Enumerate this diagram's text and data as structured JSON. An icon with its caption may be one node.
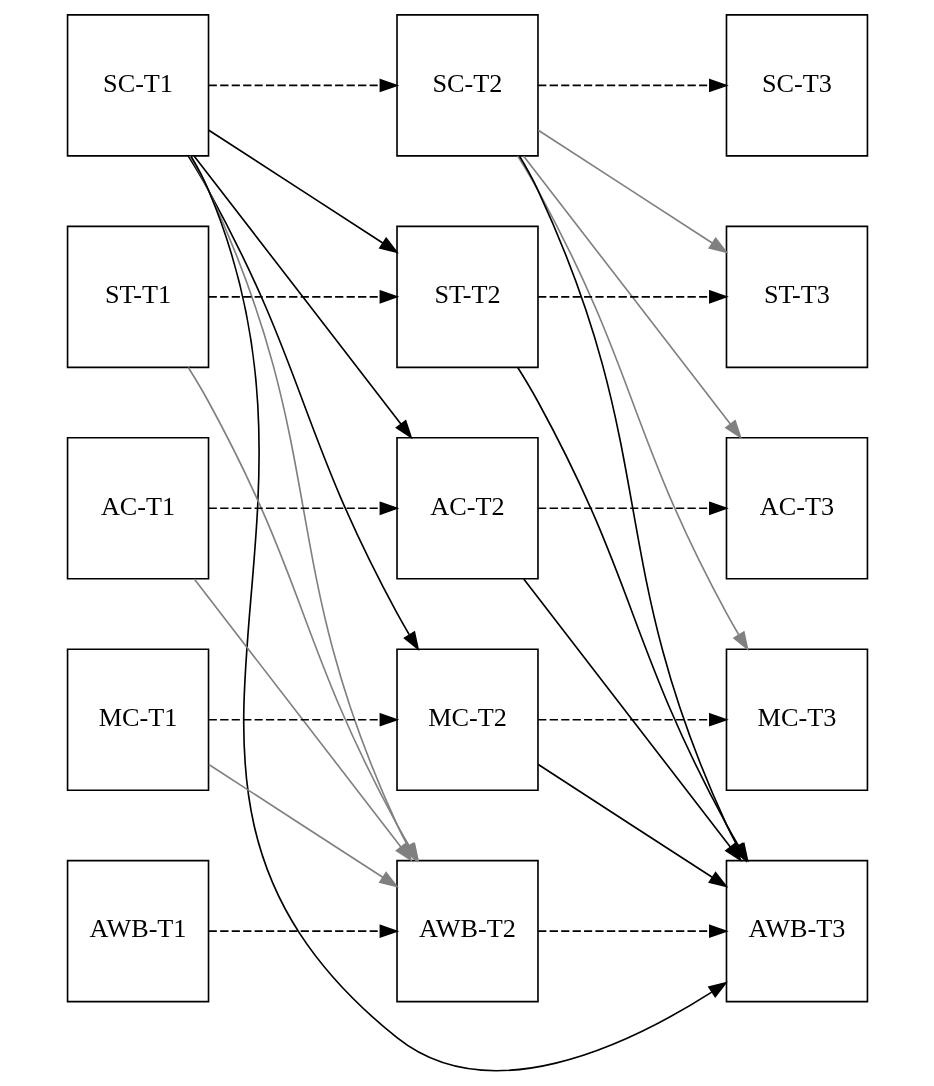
{
  "diagram": {
    "nodes": [
      {
        "text": [
          "SC-T1"
        ]
      },
      {
        "text": [
          "SC-T2"
        ]
      },
      {
        "text": [
          "SC-T3"
        ]
      },
      {
        "text": [
          "ST-T1"
        ]
      },
      {
        "text": [
          "ST-T2"
        ]
      },
      {
        "text": [
          "ST-T3"
        ]
      },
      {
        "text": [
          "AC-T1"
        ]
      },
      {
        "text": [
          "AC-T2"
        ]
      },
      {
        "text": [
          "AC-T3"
        ]
      },
      {
        "text": [
          "MC-T1"
        ]
      },
      {
        "text": [
          "MC-T2"
        ]
      },
      {
        "text": [
          "MC-T3"
        ]
      },
      {
        "text": [
          "AWB-T1"
        ]
      },
      {
        "text": [
          "AWB-T2"
        ]
      },
      {
        "text": [
          "AWB-T3"
        ]
      }
    ],
    "edges": [
      {
        "from": 0,
        "to": 1,
        "arrow": "to",
        "style": "dashed"
      },
      {
        "from": 1,
        "to": 2,
        "arrow": "to",
        "style": "dashed"
      },
      {
        "from": 3,
        "to": 4,
        "arrow": "to",
        "style": "dashed"
      },
      {
        "from": 4,
        "to": 5,
        "arrow": "to",
        "style": "dashed"
      },
      {
        "from": 6,
        "to": 7,
        "arrow": "to",
        "style": "dashed"
      },
      {
        "from": 7,
        "to": 8,
        "arrow": "to",
        "style": "dashed"
      },
      {
        "from": 9,
        "to": 10,
        "arrow": "to",
        "style": "dashed"
      },
      {
        "from": 10,
        "to": 11,
        "arrow": "to",
        "style": "dashed"
      },
      {
        "from": 12,
        "to": 13,
        "arrow": "to",
        "style": "dashed"
      },
      {
        "from": 13,
        "to": 14,
        "arrow": "to",
        "style": "dashed"
      },
      {
        "from": 0,
        "to": 4,
        "arrow": "to"
      },
      {
        "from": 0,
        "to": 7,
        "arrow": "to"
      },
      {
        "from": 0,
        "to": 10,
        "arrow": "to"
      },
      {
        "from": 0,
        "to": 14,
        "arrow": "to"
      },
      {
        "from": 0,
        "to": 13,
        "arrow": "to",
        "color": "#808080"
      },
      {
        "from": 3,
        "to": 13,
        "arrow": "to",
        "color": "#808080"
      },
      {
        "from": 6,
        "to": 13,
        "arrow": "to",
        "color": "#808080"
      },
      {
        "from": 9,
        "to": 13,
        "arrow": "to",
        "color": "#808080"
      },
      {
        "from": 1,
        "to": 5,
        "arrow": "to",
        "color": "#808080"
      },
      {
        "from": 1,
        "to": 8,
        "arrow": "to",
        "color": "#808080"
      },
      {
        "from": 1,
        "to": 11,
        "arrow": "to",
        "color": "#808080"
      },
      {
        "from": 1,
        "to": 14,
        "arrow": "to"
      },
      {
        "from": 4,
        "to": 14,
        "arrow": "to"
      },
      {
        "from": 7,
        "to": 14,
        "arrow": "to"
      },
      {
        "from": 10,
        "to": 14,
        "arrow": "to"
      }
    ]
  }
}
